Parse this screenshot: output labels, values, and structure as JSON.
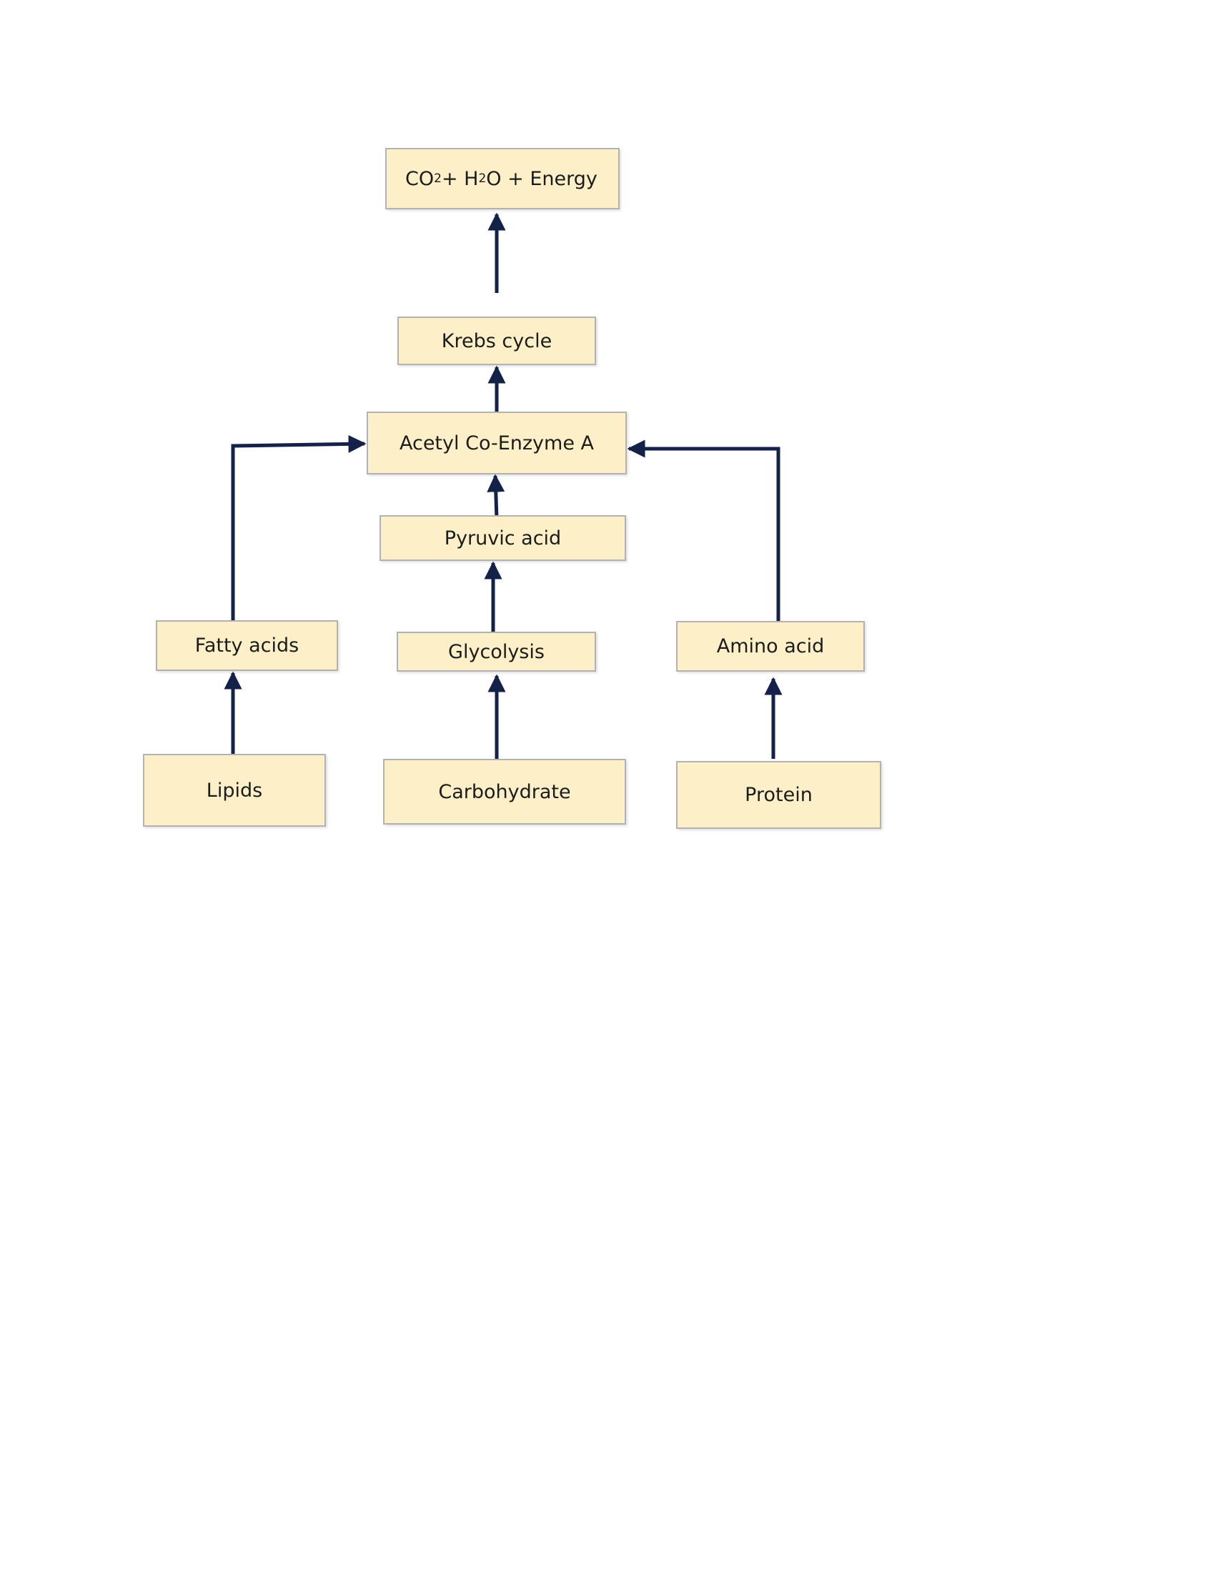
{
  "diagram": {
    "type": "flowchart",
    "nodes": {
      "co2": {
        "co2_main": "CO",
        "co2_sub": "2",
        "plus1": " + H",
        "h2o_sub": "2",
        "rest": "O + Energy"
      },
      "krebs": "Krebs cycle",
      "acetyl": "Acetyl Co-Enzyme A",
      "pyruvic": "Pyruvic acid",
      "fatty": "Fatty acids",
      "glycolysis": "Glycolysis",
      "amino": "Amino acid",
      "lipids": "Lipids",
      "carbohydrate": "Carbohydrate",
      "protein": "Protein"
    },
    "edges": [
      {
        "from": "krebs",
        "to": "co2"
      },
      {
        "from": "acetyl",
        "to": "krebs"
      },
      {
        "from": "pyruvic",
        "to": "acetyl"
      },
      {
        "from": "glycolysis",
        "to": "pyruvic"
      },
      {
        "from": "carbohydrate",
        "to": "glycolysis"
      },
      {
        "from": "fatty",
        "to": "acetyl"
      },
      {
        "from": "lipids",
        "to": "fatty"
      },
      {
        "from": "amino",
        "to": "acetyl"
      },
      {
        "from": "protein",
        "to": "amino"
      }
    ],
    "colors": {
      "node_fill": "#fdf0c8",
      "node_border": "#b2b2b2",
      "arrow": "#14224a",
      "text": "#1c1c1c"
    }
  }
}
